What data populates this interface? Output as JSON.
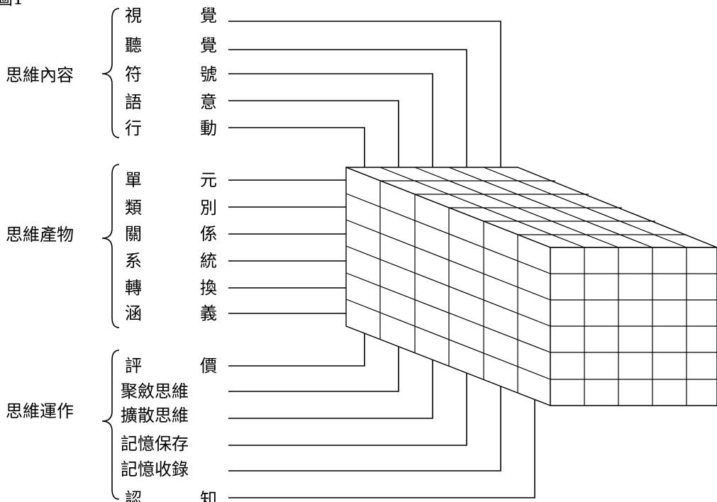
{
  "header_fragment": "圖1",
  "groups": [
    {
      "name": "思維內容",
      "items": [
        {
          "left": "視",
          "right": "覺"
        },
        {
          "left": "聽",
          "right": "覺"
        },
        {
          "left": "符",
          "right": "號"
        },
        {
          "left": "語",
          "right": "意"
        },
        {
          "left": "行",
          "right": "動"
        }
      ]
    },
    {
      "name": "思維產物",
      "items": [
        {
          "left": "單",
          "right": "元"
        },
        {
          "left": "類",
          "right": "別"
        },
        {
          "left": "關",
          "right": "係"
        },
        {
          "left": "系",
          "right": "統"
        },
        {
          "left": "轉",
          "right": "換"
        },
        {
          "left": "涵",
          "right": "義"
        }
      ]
    },
    {
      "name": "思維運作",
      "items": [
        {
          "left": "評",
          "right": "價"
        },
        {
          "left": "",
          "right": "",
          "full": "聚斂思維"
        },
        {
          "left": "",
          "right": "",
          "full": "擴散思維"
        },
        {
          "left": "",
          "right": "",
          "full": "記憶保存"
        },
        {
          "left": "",
          "right": "",
          "full": "記憶收錄"
        },
        {
          "left": "認",
          "right": "知"
        }
      ]
    }
  ]
}
